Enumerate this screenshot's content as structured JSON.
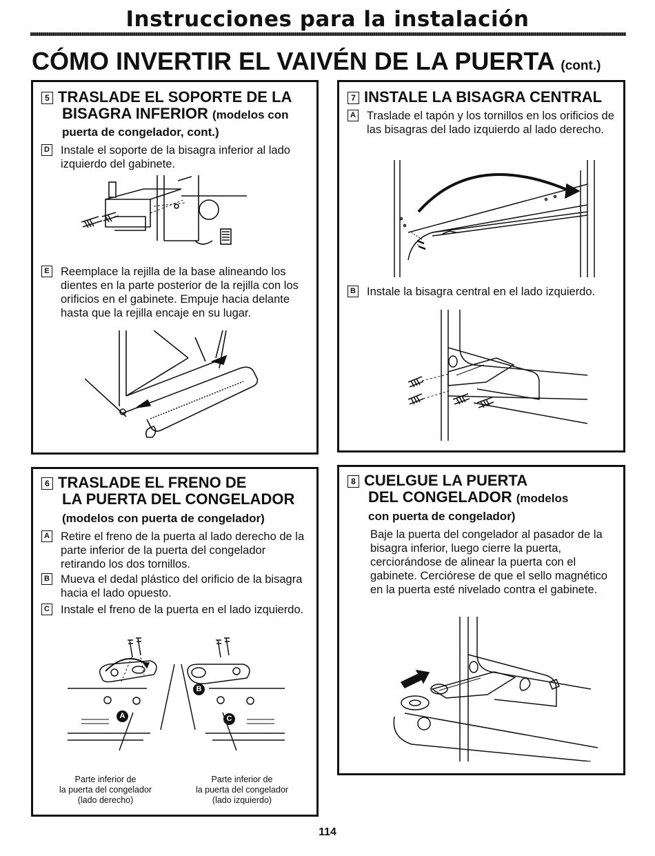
{
  "header": {
    "title": "Instrucciones para la instalación"
  },
  "main_title": {
    "text": "CÓMO INVERTIR EL VAIVÉN DE LA PUERTA",
    "suffix": "(cont.)"
  },
  "sections": {
    "s5": {
      "number": "5",
      "title_line1": "TRASLADE EL SOPORTE DE LA",
      "title_line2": "BISAGRA INFERIOR",
      "title_small": "(modelos con",
      "subtitle": "puerta de congelador, cont.)",
      "steps": [
        {
          "letter": "D",
          "text": "Instale el soporte de la bisagra inferior al lado izquierdo del gabinete."
        },
        {
          "letter": "E",
          "text": "Reemplace la rejilla de la base alineando los dientes en la parte posterior de la rejilla con los orificios en el gabinete. Empuje hacia delante hasta que la rejilla encaje en su lugar."
        }
      ]
    },
    "s6": {
      "number": "6",
      "title_line1": "TRASLADE EL FRENO DE",
      "title_line2": "LA PUERTA DEL CONGELADOR",
      "subtitle": "(modelos con puerta de congelador)",
      "steps": [
        {
          "letter": "A",
          "text": "Retire el freno de la puerta al lado derecho de la parte inferior de la puerta del congelador retirando los dos tornillos."
        },
        {
          "letter": "B",
          "text": "Mueva el dedal plástico del orificio de la bisagra hacia el lado opuesto."
        },
        {
          "letter": "C",
          "text": "Instale el freno de la puerta en el lado izquierdo."
        }
      ],
      "captions": {
        "left_l1": "Parte inferior de",
        "left_l2": "la puerta del congelador",
        "left_l3": "(lado derecho)",
        "right_l1": "Parte inferior de",
        "right_l2": "la puerta del congelador",
        "right_l3": "(lado izquierdo)"
      },
      "markers": {
        "a": "A",
        "b": "B",
        "c": "C"
      }
    },
    "s7": {
      "number": "7",
      "title_line1": "INSTALE LA BISAGRA CENTRAL",
      "steps": [
        {
          "letter": "A",
          "text": "Traslade el tapón y los tornillos en los orificios de las bisagras del lado izquierdo al lado derecho."
        },
        {
          "letter": "B",
          "text": "Instale la bisagra central en el lado izquierdo."
        }
      ]
    },
    "s8": {
      "number": "8",
      "title_line1": "CUELGUE LA PUERTA",
      "title_line2": "DEL CONGELADOR",
      "title_small": "(modelos",
      "subtitle": "con puerta de congelador)",
      "body": "Baje la puerta del congelador al pasador de la bisagra inferior, luego cierre la puerta, cerciorándose de alinear la puerta con el gabinete. Cerciórese de que el sello magnético en la puerta esté nivelado contra el gabinete."
    }
  },
  "page_number": "114"
}
